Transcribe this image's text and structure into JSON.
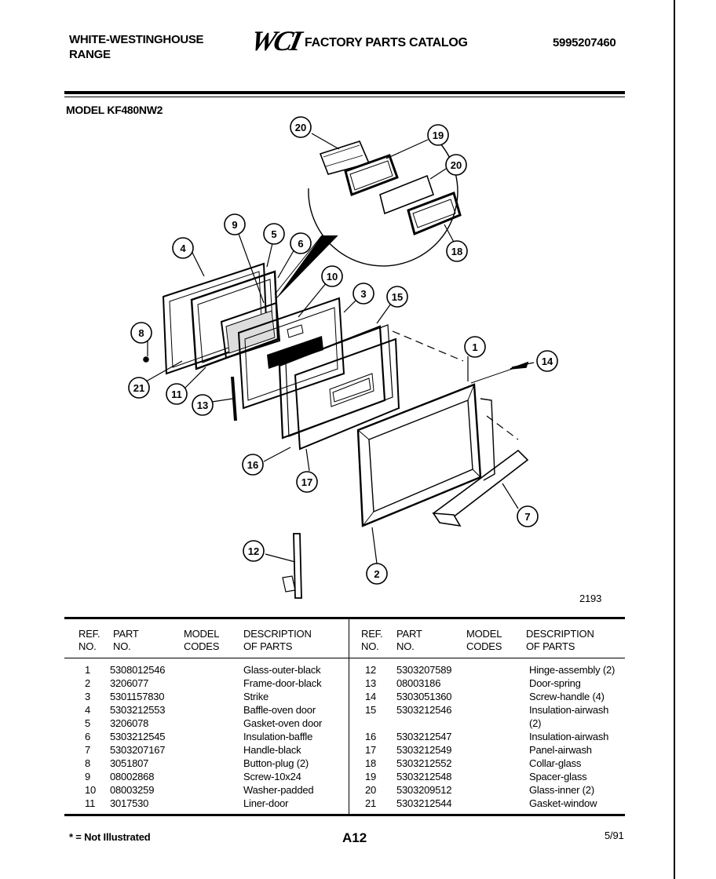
{
  "header": {
    "brand_line1": "WHITE-WESTINGHOUSE",
    "brand_line2": "RANGE",
    "logo_text": "WCI",
    "catalog_title": "FACTORY PARTS CATALOG",
    "catalog_number": "5995207460"
  },
  "model_label": "MODEL KF480NW2",
  "diagram": {
    "figure_number": "2193",
    "callouts": [
      "1",
      "2",
      "3",
      "4",
      "5",
      "6",
      "7",
      "8",
      "9",
      "10",
      "11",
      "12",
      "13",
      "14",
      "15",
      "16",
      "17",
      "18",
      "19",
      "20",
      "20",
      "21"
    ]
  },
  "table": {
    "headers": {
      "ref_line1": "REF.",
      "ref_line2": "NO.",
      "part_line1": "PART",
      "part_line2": "NO.",
      "model_line1": "MODEL",
      "model_line2": "CODES",
      "desc_line1": "DESCRIPTION",
      "desc_line2": "OF PARTS"
    },
    "left_rows": [
      {
        "ref": "1",
        "part": "5308012546",
        "codes": "",
        "desc": "Glass-outer-black"
      },
      {
        "ref": "2",
        "part": "3206077",
        "codes": "",
        "desc": "Frame-door-black"
      },
      {
        "ref": "3",
        "part": "5301157830",
        "codes": "",
        "desc": "Strike"
      },
      {
        "ref": "4",
        "part": "5303212553",
        "codes": "",
        "desc": "Baffle-oven door"
      },
      {
        "ref": "5",
        "part": "3206078",
        "codes": "",
        "desc": "Gasket-oven door"
      },
      {
        "ref": "6",
        "part": "5303212545",
        "codes": "",
        "desc": "Insulation-baffle"
      },
      {
        "ref": "7",
        "part": "5303207167",
        "codes": "",
        "desc": "Handle-black"
      },
      {
        "ref": "8",
        "part": "3051807",
        "codes": "",
        "desc": "Button-plug (2)"
      },
      {
        "ref": "9",
        "part": "08002868",
        "codes": "",
        "desc": "Screw-10x24"
      },
      {
        "ref": "10",
        "part": "08003259",
        "codes": "",
        "desc": "Washer-padded"
      },
      {
        "ref": "11",
        "part": "3017530",
        "codes": "",
        "desc": "Liner-door"
      }
    ],
    "right_rows": [
      {
        "ref": "12",
        "part": "5303207589",
        "codes": "",
        "desc": "Hinge-assembly (2)",
        "desc2": ""
      },
      {
        "ref": "13",
        "part": "08003186",
        "codes": "",
        "desc": "Door-spring",
        "desc2": ""
      },
      {
        "ref": "14",
        "part": "5303051360",
        "codes": "",
        "desc": "Screw-handle (4)",
        "desc2": ""
      },
      {
        "ref": "15",
        "part": "5303212546",
        "codes": "",
        "desc": "Insulation-airwash",
        "desc2": "(2)"
      },
      {
        "ref": "16",
        "part": "5303212547",
        "codes": "",
        "desc": "Insulation-airwash",
        "desc2": ""
      },
      {
        "ref": "17",
        "part": "5303212549",
        "codes": "",
        "desc": "Panel-airwash",
        "desc2": ""
      },
      {
        "ref": "18",
        "part": "5303212552",
        "codes": "",
        "desc": "Collar-glass",
        "desc2": ""
      },
      {
        "ref": "19",
        "part": "5303212548",
        "codes": "",
        "desc": "Spacer-glass",
        "desc2": ""
      },
      {
        "ref": "20",
        "part": "5303209512",
        "codes": "",
        "desc": "Glass-inner (2)",
        "desc2": ""
      },
      {
        "ref": "21",
        "part": "5303212544",
        "codes": "",
        "desc": "Gasket-window",
        "desc2": ""
      }
    ]
  },
  "footer": {
    "note": "* = Not Illustrated",
    "page": "A12",
    "date": "5/91"
  }
}
